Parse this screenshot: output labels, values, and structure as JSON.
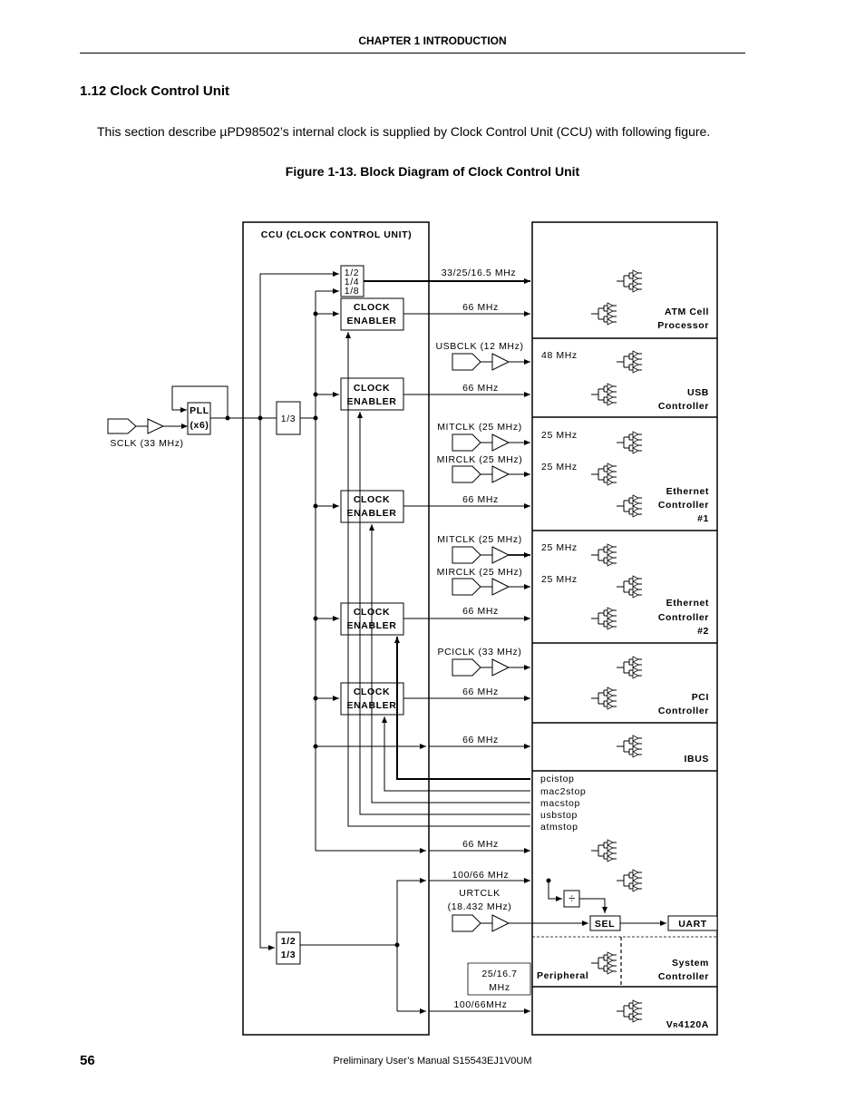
{
  "header": {
    "chapter": "CHAPTER  1   INTRODUCTION"
  },
  "section": {
    "title": "1.12  Clock Control Unit"
  },
  "intro": "This section describe µPD98502’s internal clock is supplied by Clock Control Unit (CCU) with following figure.",
  "figure": {
    "caption": "Figure 1-13.  Block Diagram of Clock Control Unit"
  },
  "footer": {
    "page_number": "56",
    "manual": "Preliminary User’s Manual  S15543EJ1V0UM"
  },
  "diagram": {
    "ccu_title": "CCU (CLOCK CONTROL UNIT)",
    "sclk": "SCLK (33 MHz)",
    "pll": [
      "PLL",
      "(x6)"
    ],
    "div3": "1/3",
    "divider_multi": [
      "1/2",
      "1/4",
      "1/8"
    ],
    "divider_sys": [
      "1/2",
      "1/3"
    ],
    "enabler": [
      "CLOCK",
      "ENABLER"
    ],
    "freq_labels": {
      "atm_top": "33/25/16.5 MHz",
      "mhz66": "66 MHz",
      "usbclk": "USBCLK (12 MHz)",
      "mhz48": "48 MHz",
      "mitclk": "MITCLK (25 MHz)",
      "mirclk": "MIRCLK (25 MHz)",
      "mhz25": "25 MHz",
      "pciclk": "PCICLK (33 MHz)",
      "sys_100_66": "100/66 MHz",
      "urtclk": "URTCLK",
      "urtclk_freq": "(18.432 MHz)",
      "periph_freq": [
        "25/16.7",
        "MHz"
      ],
      "vr_100_66": "100/66MHz"
    },
    "stop_signals": [
      "pcistop",
      "mac2stop",
      "macstop",
      "usbstop",
      "atmstop"
    ],
    "blocks": {
      "atm": [
        "ATM Cell",
        "Processor"
      ],
      "usb": [
        "USB",
        "Controller"
      ],
      "eth1": [
        "Ethernet",
        "Controller",
        "#1"
      ],
      "eth2": [
        "Ethernet",
        "Controller",
        "#2"
      ],
      "pci": [
        "PCI",
        "Controller"
      ],
      "ibus": "IBUS",
      "sys": [
        "System",
        "Controller"
      ],
      "sel": "SEL",
      "uart": "UART",
      "peripheral": "Peripheral",
      "vr_prefix": "V",
      "vr_sub": "R",
      "vr_suffix": "4120A"
    }
  }
}
